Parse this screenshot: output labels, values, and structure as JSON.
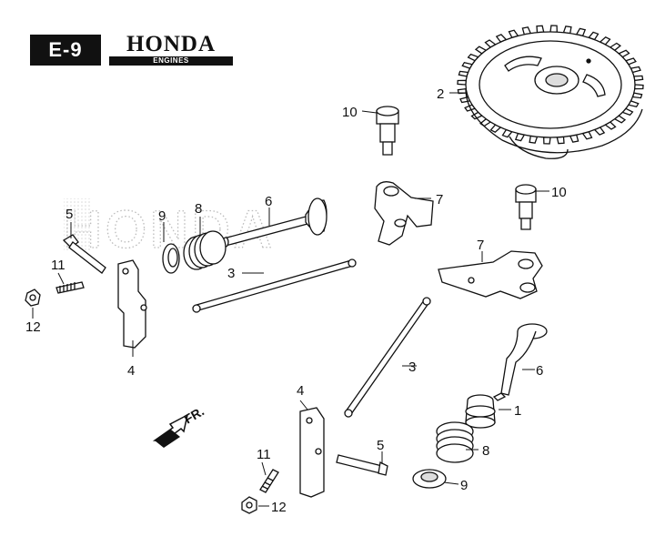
{
  "header": {
    "section_code": "E-9",
    "brand": "HONDA",
    "brand_sub": "ENGINES"
  },
  "watermark": "HONDA",
  "direction_label": "FR.",
  "callouts": [
    {
      "id": "c1",
      "label": "1"
    },
    {
      "id": "c2",
      "label": "2"
    },
    {
      "id": "c3a",
      "label": "3"
    },
    {
      "id": "c3b",
      "label": "3"
    },
    {
      "id": "c4a",
      "label": "4"
    },
    {
      "id": "c4b",
      "label": "4"
    },
    {
      "id": "c5a",
      "label": "5"
    },
    {
      "id": "c5b",
      "label": "5"
    },
    {
      "id": "c6a",
      "label": "6"
    },
    {
      "id": "c6b",
      "label": "6"
    },
    {
      "id": "c7a",
      "label": "7"
    },
    {
      "id": "c7b",
      "label": "7"
    },
    {
      "id": "c8a",
      "label": "8"
    },
    {
      "id": "c8b",
      "label": "8"
    },
    {
      "id": "c9a",
      "label": "9"
    },
    {
      "id": "c9b",
      "label": "9"
    },
    {
      "id": "c10a",
      "label": "10"
    },
    {
      "id": "c10b",
      "label": "10"
    },
    {
      "id": "c11a",
      "label": "11"
    },
    {
      "id": "c11b",
      "label": "11"
    },
    {
      "id": "c12a",
      "label": "12"
    },
    {
      "id": "c12b",
      "label": "12"
    }
  ]
}
